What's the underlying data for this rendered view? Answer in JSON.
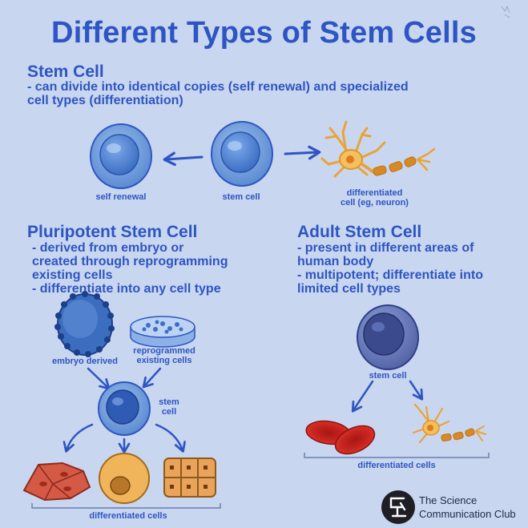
{
  "title": "Different Types of Stem Cells",
  "stem_cell": {
    "heading": "Stem Cell",
    "description_line1": "- can divide into identical copies (self renewal) and specialized",
    "description_line2": "cell types (differentiation)",
    "label_self_renewal": "self renewal",
    "label_stem_cell": "stem cell",
    "label_differentiated_line1": "differentiated",
    "label_differentiated_line2": "cell (eg, neuron)"
  },
  "pluripotent": {
    "heading": "Pluripotent Stem Cell",
    "lines": [
      "- derived from embryo or",
      "created through reprogramming",
      "existing cells",
      "- differentiate into any cell type"
    ],
    "label_embryo": "embryo derived",
    "label_reprogrammed_line1": "reprogrammed",
    "label_reprogrammed_line2": "existing cells",
    "label_stem_line1": "stem",
    "label_stem_line2": "cell",
    "label_differentiated": "differentiated cells"
  },
  "adult": {
    "heading": "Adult Stem Cell",
    "lines": [
      "- present in different areas of",
      "human body",
      "- multipotent; differentiate into",
      "limited cell types"
    ],
    "label_stem_cell": "stem cell",
    "label_differentiated": "differentiated cells"
  },
  "footer": {
    "logo_icon": "science-communication-club-logo-icon",
    "name_line1": "The Science",
    "name_line2": "Communication Club"
  },
  "colors": {
    "background": "#c9d6ef",
    "heading_blue": "#2d55c3",
    "cell_blue": "#6b9bd8",
    "neuron_orange": "#e8a43a",
    "red_blood_cell": "#c8241f"
  }
}
